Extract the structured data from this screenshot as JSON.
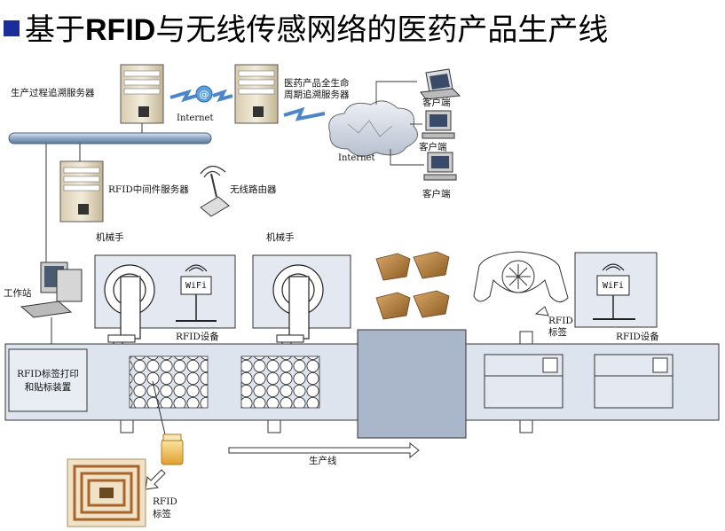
{
  "title": {
    "prefix": "基于",
    "bold": "RFID",
    "suffix": "与无线传感网络的医药产品生产线"
  },
  "labels": {
    "production_server": "生产过程追溯服务器",
    "internet_left": "Internet",
    "lifecycle_server_line1": "医药产品全生命",
    "lifecycle_server_line2": "周期追溯服务器",
    "internet_cloud": "Internet",
    "client_1": "客户端",
    "client_2": "客户端",
    "client_3": "客户端",
    "middleware_server": "RFID中间件服务器",
    "wireless_router": "无线路由器",
    "workstation": "工作站",
    "robot_arm_1": "机械手",
    "robot_arm_2": "机械手",
    "wifi_1": "WiFi",
    "wifi_2": "WiFi",
    "rfid_device_1": "RFID设备",
    "rfid_device_2": "RFID设备",
    "rfid_tag_top_line1": "RFID",
    "rfid_tag_top_line2": "标签",
    "printer_line1": "RFID标签打印",
    "printer_line2": "和贴标装置",
    "production_line": "生产线",
    "rfid_tag_bottom_line1": "RFID",
    "rfid_tag_bottom_line2": "标签"
  },
  "colors": {
    "bullet": "#1a2d9a",
    "conveyor": "#dde4ee",
    "panel": "#e4e9f1",
    "center_box": "#aab6c9",
    "network_bar": "#9fb3cc",
    "box_brown": "#b07a3a"
  }
}
